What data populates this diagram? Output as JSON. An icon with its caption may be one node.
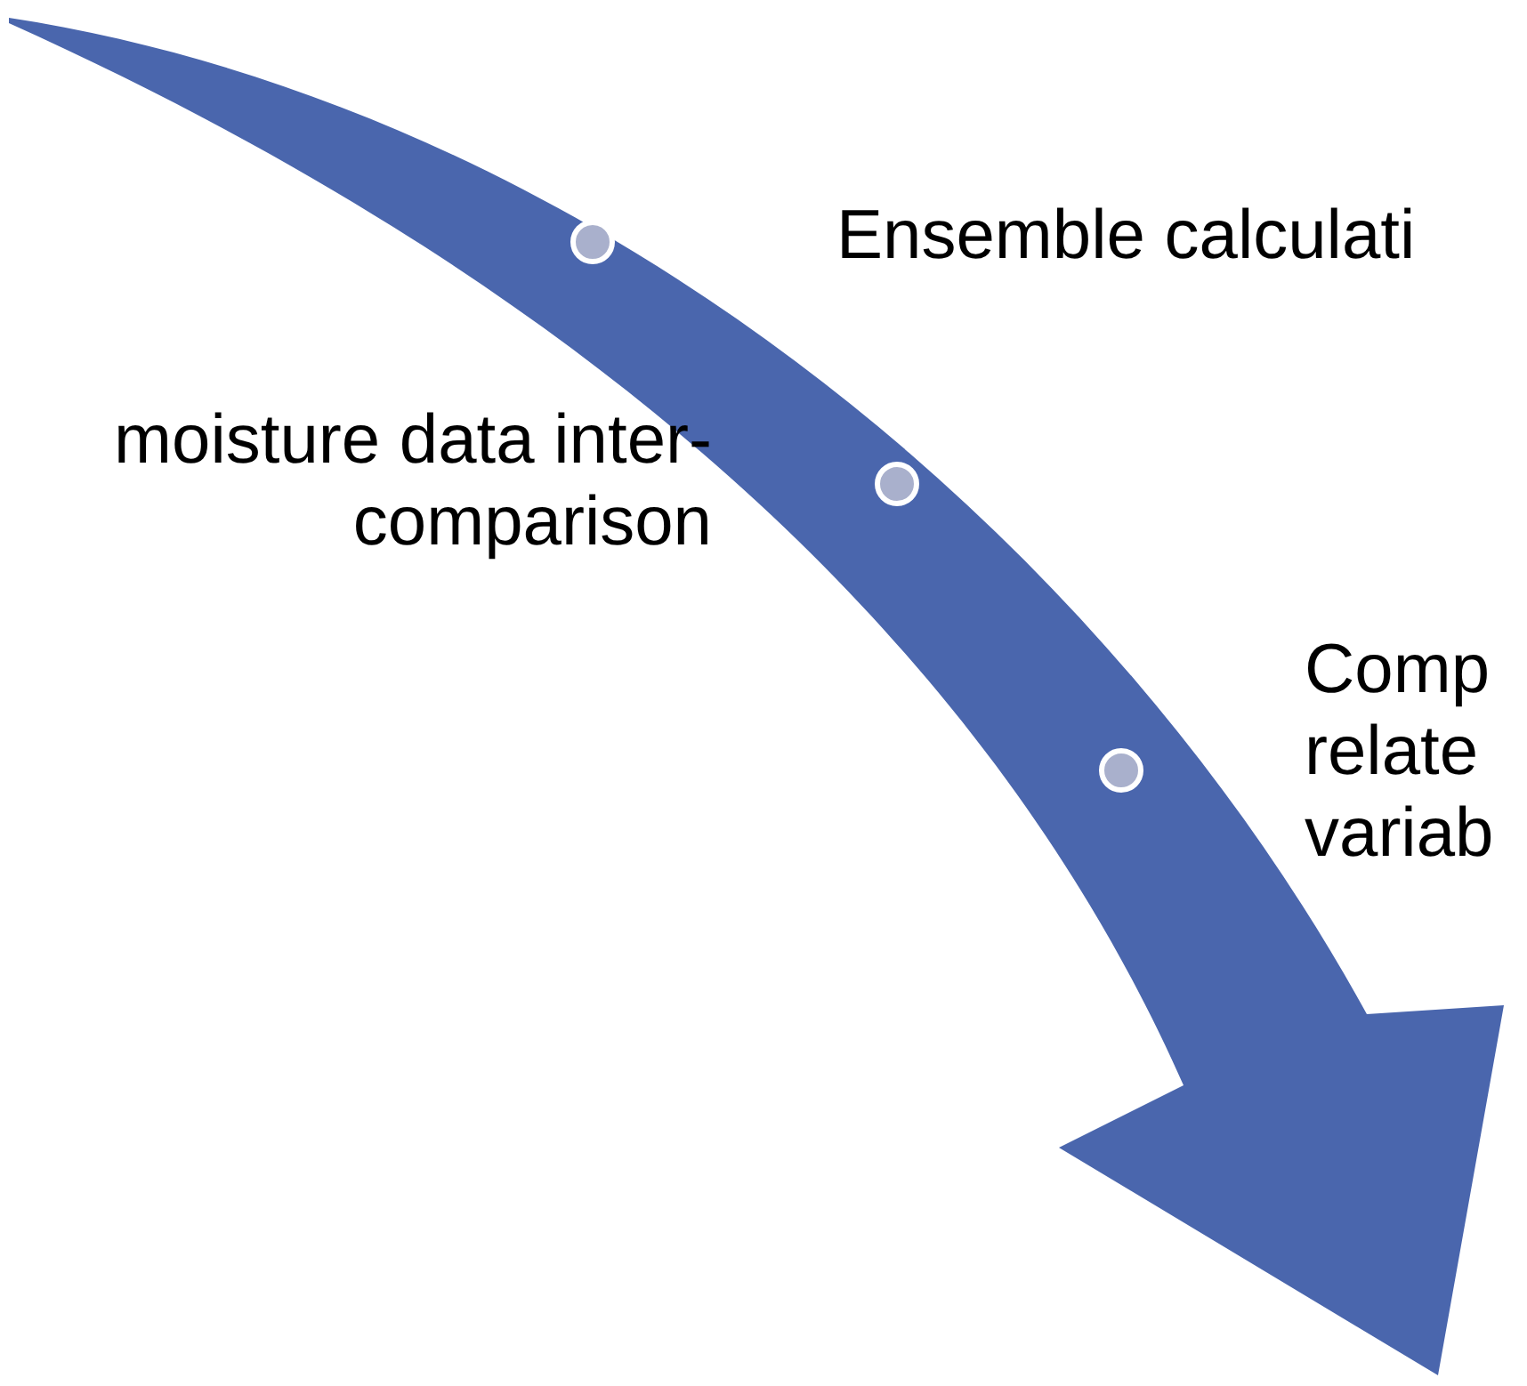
{
  "diagram": {
    "labels": [
      "Ensemble calculati",
      "moisture data inter- comparison",
      "Comp relate variab"
    ]
  }
}
